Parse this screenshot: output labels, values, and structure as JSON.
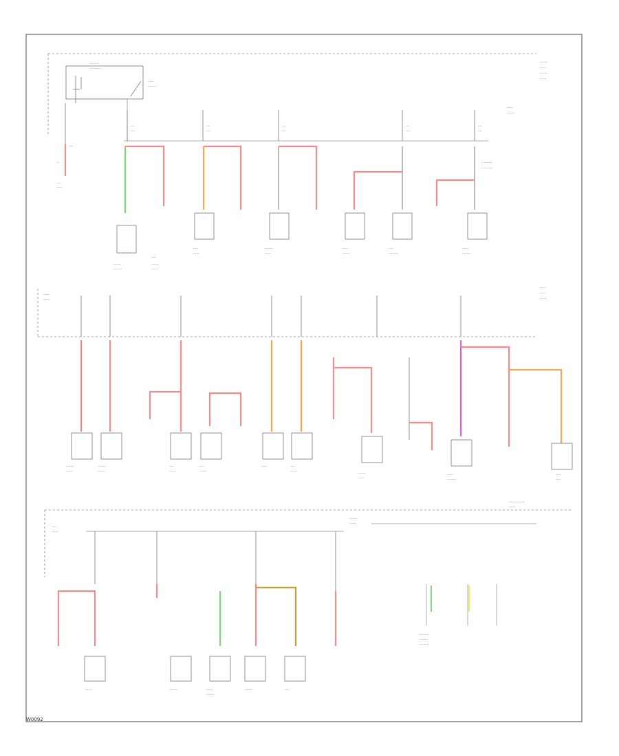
{
  "colors": {
    "border": "#555555",
    "wire_black": "#777777",
    "wire_red": "#f28b8b",
    "wire_orange": "#f5a94e",
    "wire_green": "#7fd67f",
    "wire_pink": "#e85fd0",
    "wire_yellow": "#eeee55",
    "wire_olive": "#b8a040"
  },
  "figure_id": "W0092",
  "glyph_label": "FUSE",
  "note": "Small internal labels in the source are illegible at this resolution; tiny label text rendered as placeholder glyph strings.",
  "sections": {
    "top": {
      "name": "top-fuse-row"
    },
    "middle": {
      "name": "middle-fuse-row"
    },
    "bottom": {
      "name": "bottom-fuse-row"
    }
  }
}
